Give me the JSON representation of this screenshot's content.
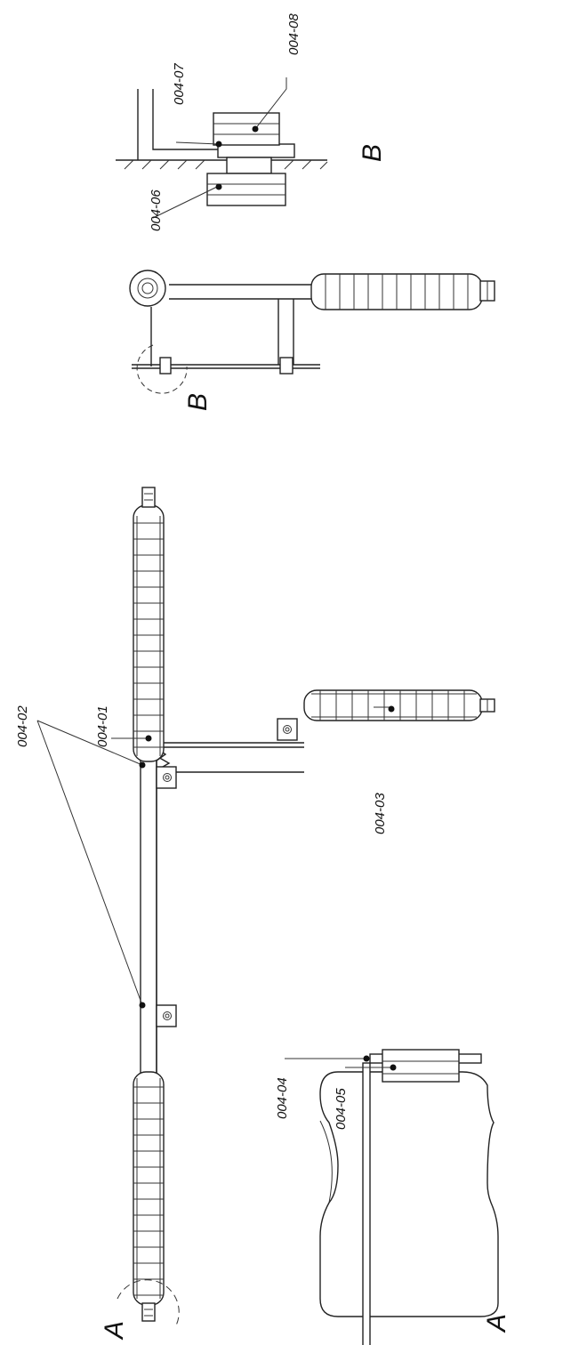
{
  "labels": {
    "l0401": "004-01",
    "l0402": "004-02",
    "l0403": "004-03",
    "l0404": "004-04",
    "l0405": "004-05",
    "l0406": "004-06",
    "l0407": "004-07",
    "l0408": "004-08"
  },
  "views": {
    "a_main": "A",
    "a_detail": "A",
    "b_main": "B",
    "b_detail": "B"
  }
}
